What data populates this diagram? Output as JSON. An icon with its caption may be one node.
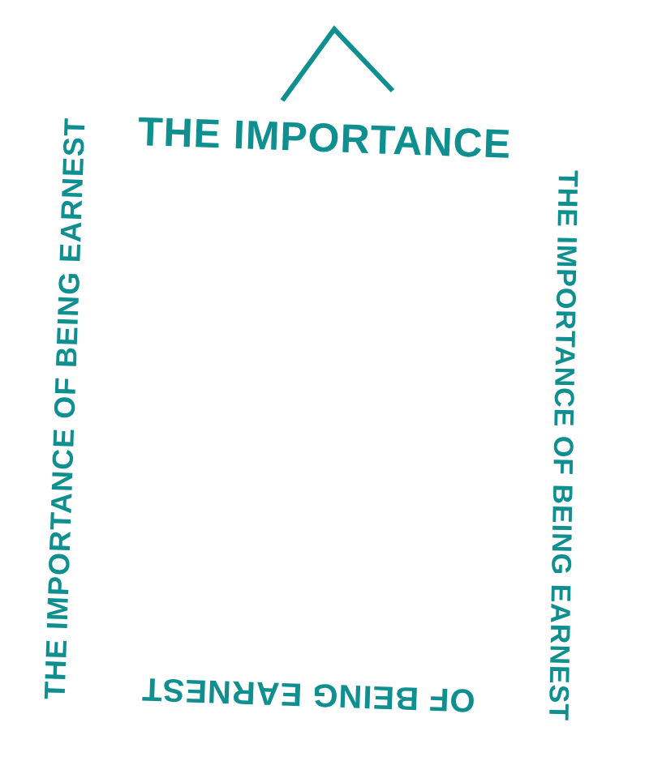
{
  "diagram": {
    "labels": [
      "THE IMPORTANCE",
      "THE IMPORTANCE OF BEING EARNEST",
      "OF BEING EARNEST",
      "THE IMPORTANCE OF BEING EARNEST"
    ]
  }
}
